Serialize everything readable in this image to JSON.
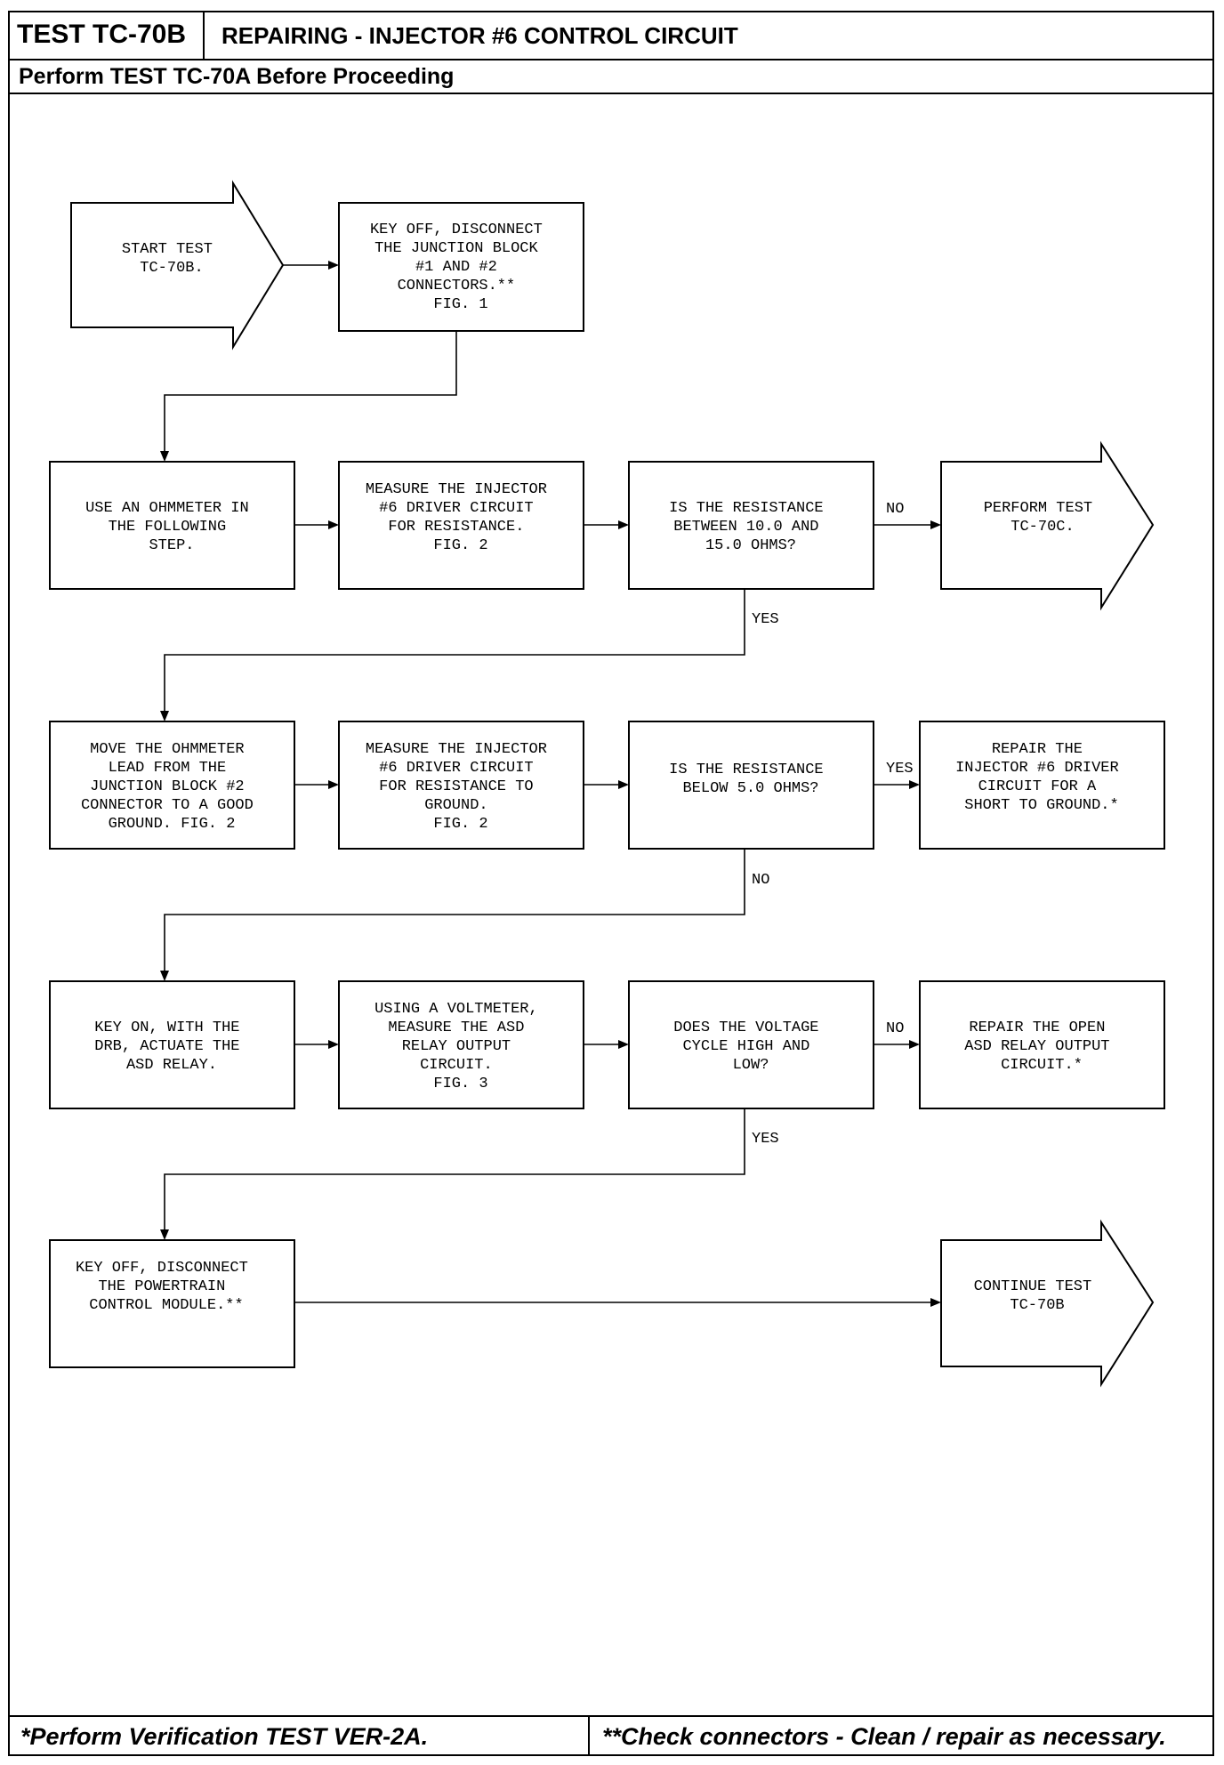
{
  "header": {
    "test_id": "TEST TC-70B",
    "title": "REPAIRING - INJECTOR #6 CONTROL CIRCUIT",
    "prerequisite": "Perform TEST TC-70A Before Proceeding"
  },
  "flowchart": {
    "start": [
      "START TEST",
      "TC-70B."
    ],
    "disconnect_jb": [
      "KEY OFF, DISCONNECT",
      "THE JUNCTION BLOCK",
      "#1 AND #2",
      "CONNECTORS.**",
      "FIG. 1"
    ],
    "use_ohmmeter": [
      "USE AN OHMMETER IN",
      "THE FOLLOWING",
      "STEP."
    ],
    "measure_resistance": [
      "MEASURE THE INJECTOR",
      "#6 DRIVER CIRCUIT",
      "FOR RESISTANCE.",
      "",
      "FIG. 2"
    ],
    "resistance_question": [
      "IS THE RESISTANCE",
      "BETWEEN 10.0 AND",
      "15.0 OHMS?"
    ],
    "perform_tc70c": [
      "PERFORM TEST",
      "TC-70C."
    ],
    "move_lead": [
      "MOVE THE OHMMETER",
      "LEAD FROM THE",
      "JUNCTION BLOCK #2",
      "CONNECTOR TO A GOOD",
      "GROUND. FIG. 2"
    ],
    "measure_ground": [
      "MEASURE THE INJECTOR",
      "#6 DRIVER CIRCUIT",
      "FOR RESISTANCE TO",
      "GROUND.",
      "FIG. 2"
    ],
    "below_question": [
      "IS THE RESISTANCE",
      "BELOW 5.0 OHMS?"
    ],
    "repair_short": [
      "REPAIR THE",
      "INJECTOR #6 DRIVER",
      "CIRCUIT FOR A",
      "SHORT TO GROUND.*"
    ],
    "key_on": [
      "KEY ON, WITH THE",
      "DRB, ACTUATE THE",
      "ASD RELAY."
    ],
    "voltmeter": [
      "USING A VOLTMETER,",
      "MEASURE THE ASD",
      "RELAY OUTPUT",
      "CIRCUIT.",
      "FIG. 3"
    ],
    "voltage_question": [
      "DOES THE VOLTAGE",
      "CYCLE HIGH AND",
      "LOW?"
    ],
    "repair_open": [
      "REPAIR THE OPEN",
      "ASD RELAY OUTPUT",
      "CIRCUIT.*"
    ],
    "disconnect_pcm": [
      "KEY OFF, DISCONNECT",
      "THE POWERTRAIN",
      "CONTROL MODULE.**"
    ],
    "continue": [
      "CONTINUE TEST",
      "TC-70B"
    ],
    "labels": {
      "q1_no": "NO",
      "q1_yes": "YES",
      "q2_yes": "YES",
      "q2_no": "NO",
      "q3_no": "NO",
      "q3_yes": "YES"
    }
  },
  "footer": {
    "left": "*Perform Verification TEST VER-2A.",
    "right": "**Check connectors - Clean / repair as necessary."
  }
}
